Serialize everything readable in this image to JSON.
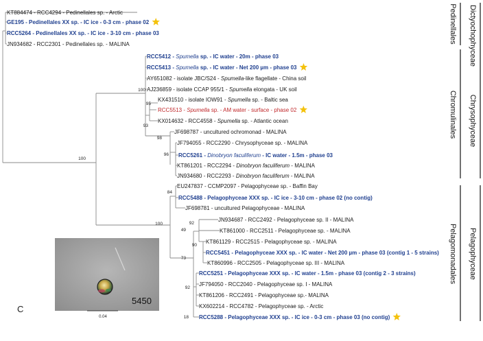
{
  "panel_letter": "C",
  "micrograph_label": "5450",
  "scale_bar_label": "0.04",
  "colors": {
    "highlight_blue": "#1f3f8f",
    "highlight_red": "#c0282b",
    "star": "#f4c20d",
    "branch": "#8a8a8a"
  },
  "leaves": [
    {
      "id": "kt884474",
      "text": "KT884474 - RCC4294 - Pedinellales sp. - Arctic",
      "style": "normal"
    },
    {
      "id": "ge195",
      "text": "GE195 - Pedinellales XX  sp. - IC ice - 0-3 cm - phase 02",
      "style": "blue",
      "star": true
    },
    {
      "id": "rcc5264",
      "text": "RCC5264 - Pedinellales XX  sp. - IC ice - 3-10 cm - phase 03",
      "style": "blue"
    },
    {
      "id": "jn934682",
      "text": "JN934682 - RCC2301 - Pedinellales sp. - MALINA",
      "style": "normal"
    },
    {
      "id": "rcc5412",
      "pre": "RCC5412 - ",
      "it": "Spumella",
      "post": " sp. - IC water - 20m - phase 03",
      "style": "blue"
    },
    {
      "id": "rcc5413",
      "pre": "RCC5413 - ",
      "it": "Spumella",
      "post": " sp. - IC water -  Net 200 µm - phase 03",
      "style": "blue",
      "star": true
    },
    {
      "id": "ay651082",
      "pre": "AY651082 - isolate JBC/S24 - ",
      "it": "Spumella",
      "post": "-like flagellate - China soil",
      "style": "normal"
    },
    {
      "id": "aj236859",
      "pre": "AJ236859 - isolate CCAP 955/1 - ",
      "it": "Spumella",
      "post": " elongata - UK soil",
      "style": "normal"
    },
    {
      "id": "kx431510",
      "pre": "KX431510 - isolate IOW91 - ",
      "it": "Spumella",
      "post": " sp. - Baltic sea",
      "style": "normal"
    },
    {
      "id": "rcc5513",
      "pre": "RCC5513 - ",
      "it": "Spumella",
      "post": " sp. - AM water - surface - phase 02",
      "style": "red",
      "star": true
    },
    {
      "id": "kx014632",
      "pre": "KX014632 - RCC4558 - ",
      "it": "Spumella",
      "post": " sp. - Atlantic ocean",
      "style": "normal"
    },
    {
      "id": "jf698787",
      "text": "JF698787 - uncultured ochromonad - MALINA",
      "style": "normal"
    },
    {
      "id": "jf794055",
      "text": "JF794055 - RCC2290 - Chrysophyceae sp. - MALINA",
      "style": "normal"
    },
    {
      "id": "rcc5261",
      "pre": "RCC5261 - ",
      "it": "Dinobryon faculiferum",
      "post": " - IC water - 1.5m - phase 03",
      "style": "blue"
    },
    {
      "id": "kt861201",
      "pre": "KT861201 - RCC2294 - ",
      "it": "Dinobryon faculiferum",
      "post": " - MALINA",
      "style": "normal"
    },
    {
      "id": "jn934680",
      "pre": "JN934680 - RCC2293 - ",
      "it": "Dinobryon faculiferum",
      "post": " - MALINA",
      "style": "normal"
    },
    {
      "id": "eu247837",
      "text": "EU247837 - CCMP2097 - Pelagophyceae sp. - Baffin Bay",
      "style": "normal"
    },
    {
      "id": "rcc5488",
      "text": "RCC5488 - Pelagophyceae XXX  sp. - IC ice - 3-10 cm - phase 02 (no contig)",
      "style": "blue"
    },
    {
      "id": "jf698781",
      "text": "JF698781 - uncultured Pelagophyceae - MALINA",
      "style": "normal"
    },
    {
      "id": "jn934687",
      "text": "JN934687 - RCC2492 - Pelagophyceae sp. II - MALINA",
      "style": "normal"
    },
    {
      "id": "kt861000",
      "text": "KT861000 - RCC2511 - Pelagophyceae sp. - MALINA",
      "style": "normal"
    },
    {
      "id": "kt861129",
      "text": "KT861129 - RCC2515 - Pelagophyceae sp. - MALINA",
      "style": "normal"
    },
    {
      "id": "rcc5451",
      "text": "RCC5451 - Pelagophyceae XXX  sp. - IC water -  Net 200 µm - phase 03 (contig 1 - 5 strains)",
      "style": "blue"
    },
    {
      "id": "kt860996",
      "text": "KT860996 - RCC2505 - Pelagophyceae sp. III - MALINA",
      "style": "normal"
    },
    {
      "id": "rcc5251",
      "text": "RCC5251 - Pelagophyceae XXX  sp. - IC water - 1.5m - phase 03 (contig 2 - 3 strains)",
      "style": "blue"
    },
    {
      "id": "jf794050",
      "text": "JF794050 - RCC2040 - Pelagophyceae sp. I - MALINA",
      "style": "normal"
    },
    {
      "id": "kt861206",
      "text": "KT861206 - RCC2491 - Pelagophyceae sp.- MALINA",
      "style": "normal"
    },
    {
      "id": "kx602214",
      "text": "KX602214 - RCC4782 - Pelagophyceae sp. - Arctic",
      "style": "normal"
    },
    {
      "id": "rcc5288",
      "text": "RCC5288 - Pelagophyceae XXX  sp. - IC ice - 0-3 cm - phase 03 (no contig)",
      "style": "blue",
      "star": true
    }
  ],
  "bootstrap": [
    "100",
    "95",
    "93",
    "98",
    "96",
    "100",
    "84",
    "49",
    "92",
    "90",
    "73",
    "92",
    "18",
    "100"
  ],
  "groups": {
    "orders": [
      "Pedinellales",
      "Chromulinales",
      "Pelagomonadales"
    ],
    "classes": [
      "Dictyochophyceae",
      "Chrysophyceae",
      "Pelagophyceae"
    ]
  }
}
